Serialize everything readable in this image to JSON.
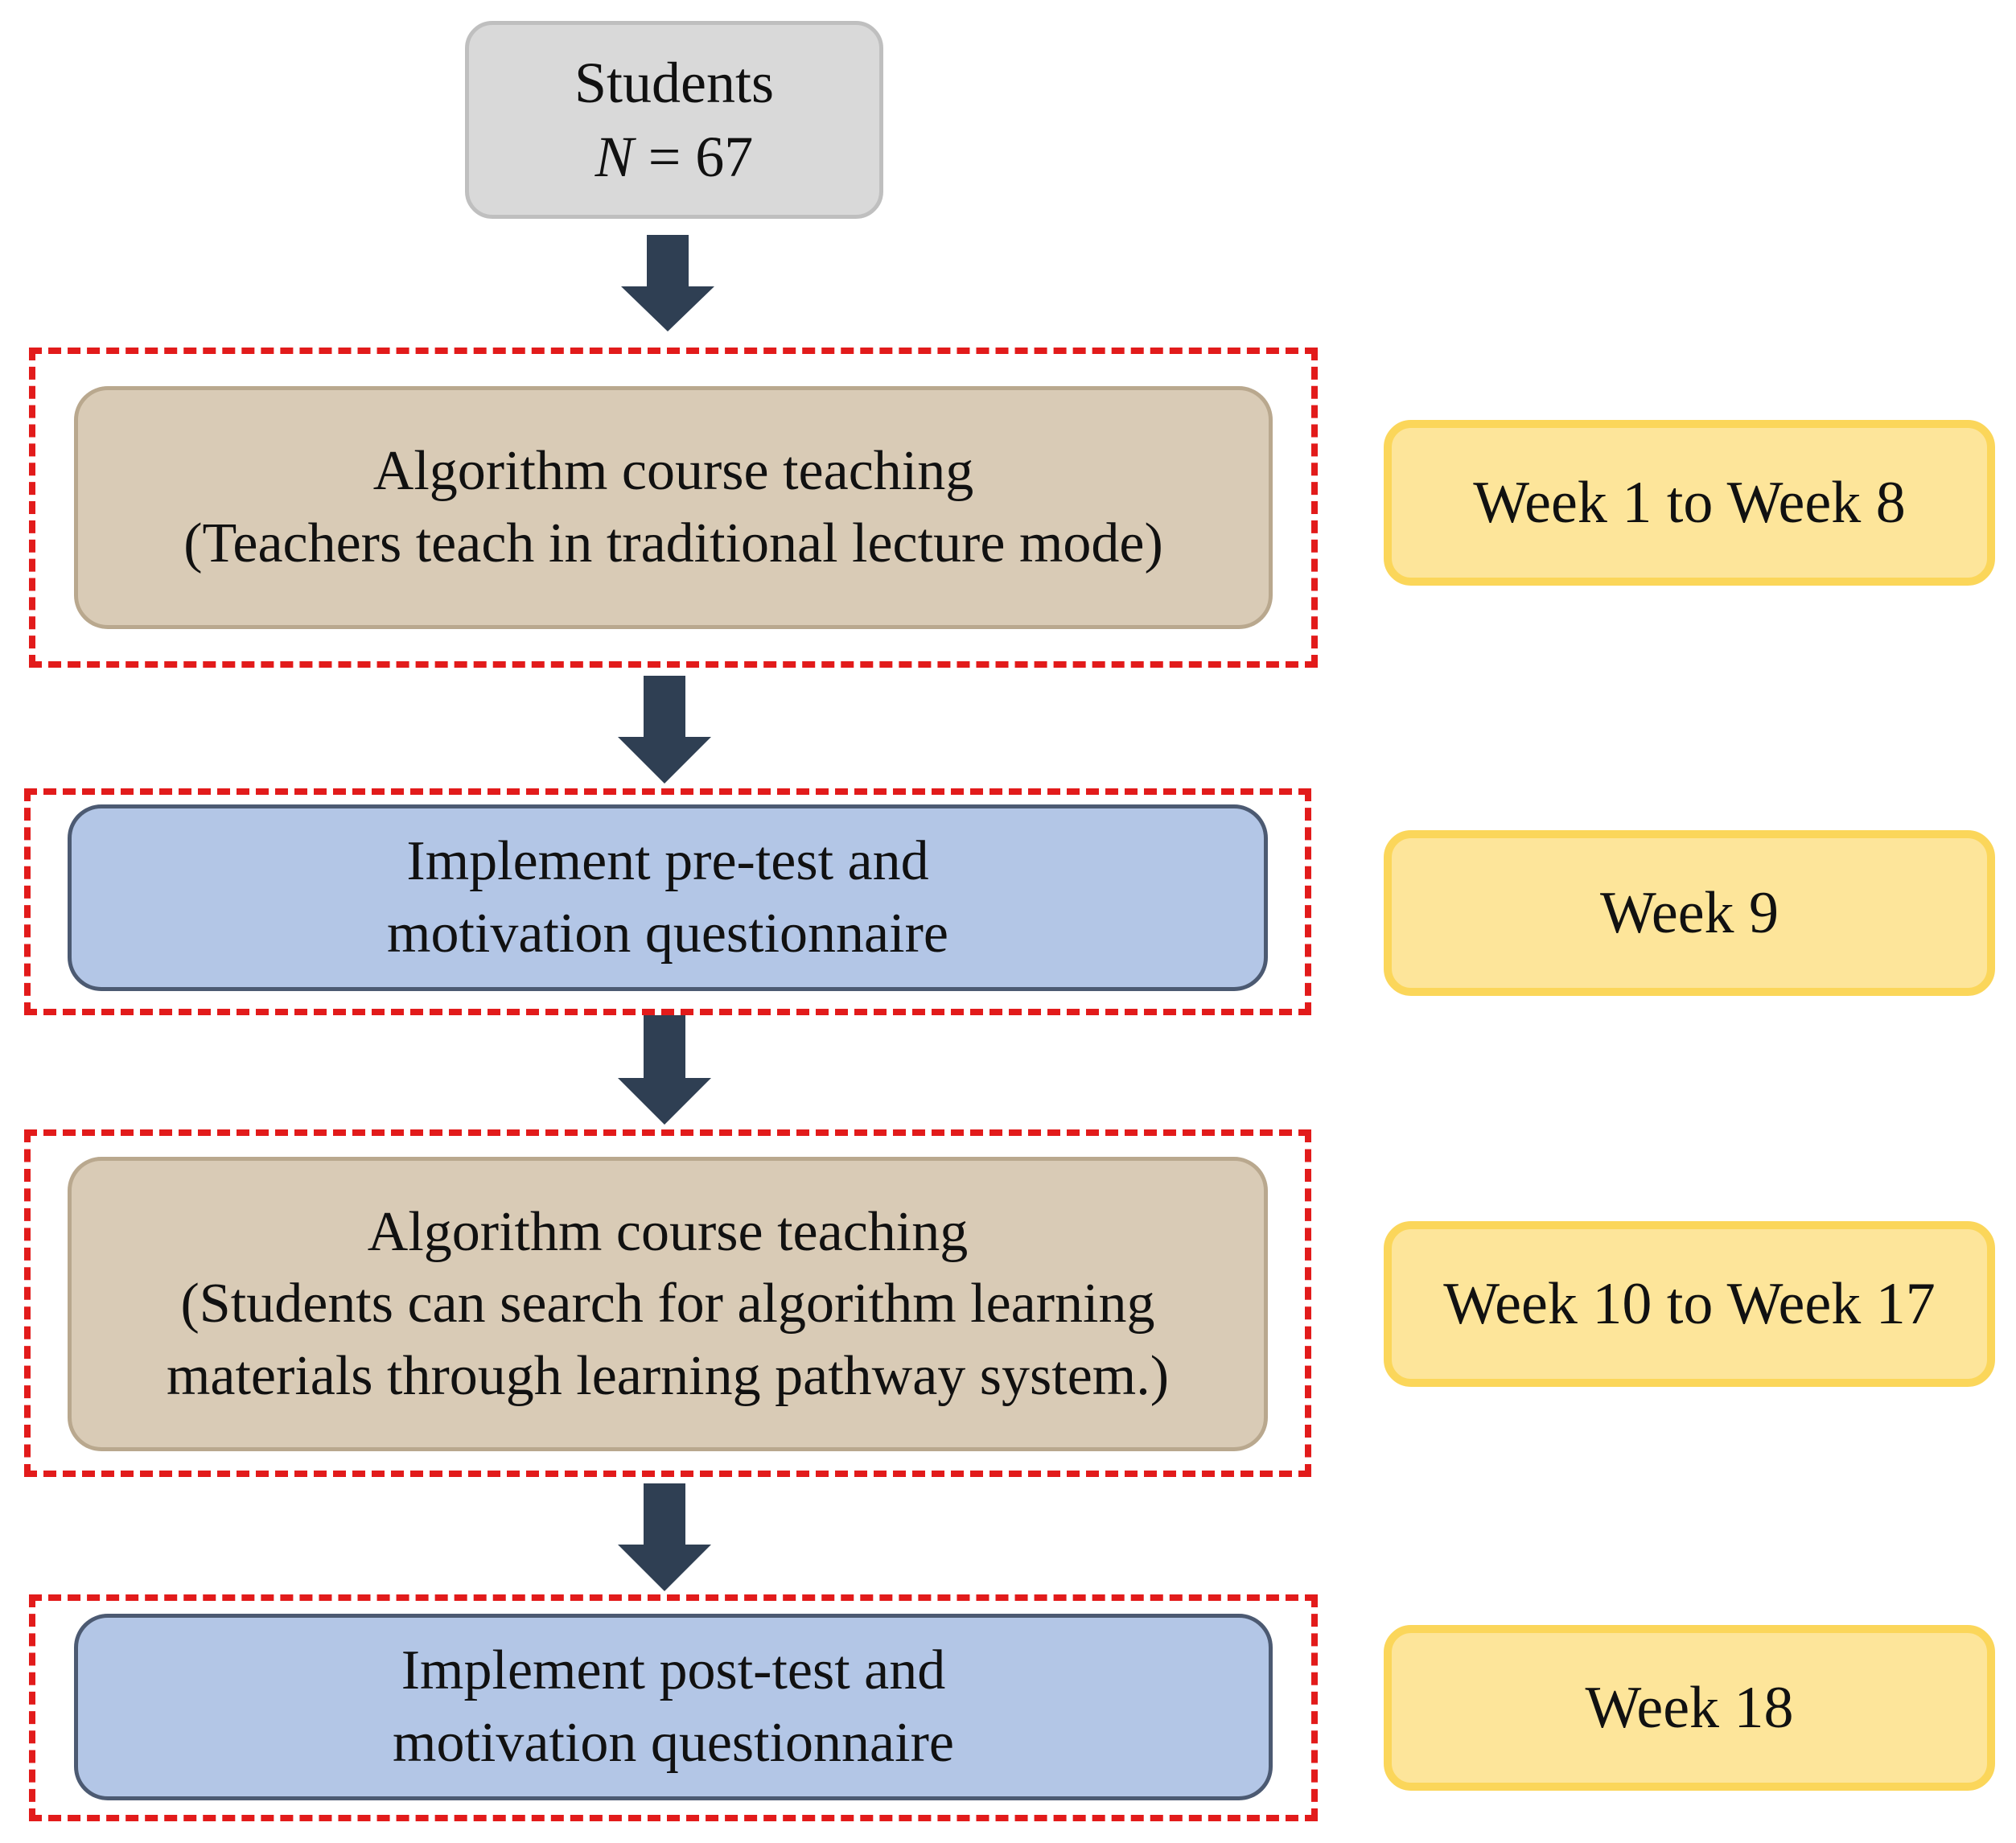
{
  "start": {
    "label": "Students",
    "n_var": "N",
    "n_rest": " = 67"
  },
  "steps": [
    {
      "line1": "Algorithm course teaching",
      "line2": "(Teachers teach in traditional lecture mode)",
      "line3": ""
    },
    {
      "line1": "Implement pre-test and",
      "line2": "motivation questionnaire",
      "line3": ""
    },
    {
      "line1": "Algorithm course teaching",
      "line2": "(Students can search for algorithm learning",
      "line3": "materials through learning pathway system.)"
    },
    {
      "line1": "Implement post-test and",
      "line2": "motivation questionnaire",
      "line3": ""
    }
  ],
  "weeks": [
    "Week 1 to Week 8",
    "Week 9",
    "Week 10 to Week 17",
    "Week 18"
  ],
  "colors": {
    "arrow": "#2f3f53",
    "dashed_frame": "#e21b1b",
    "tan_box": "#d9cbb6",
    "blue_box": "#b3c6e6",
    "week_box": "#fde59a",
    "start_box": "#d9d9d9"
  }
}
